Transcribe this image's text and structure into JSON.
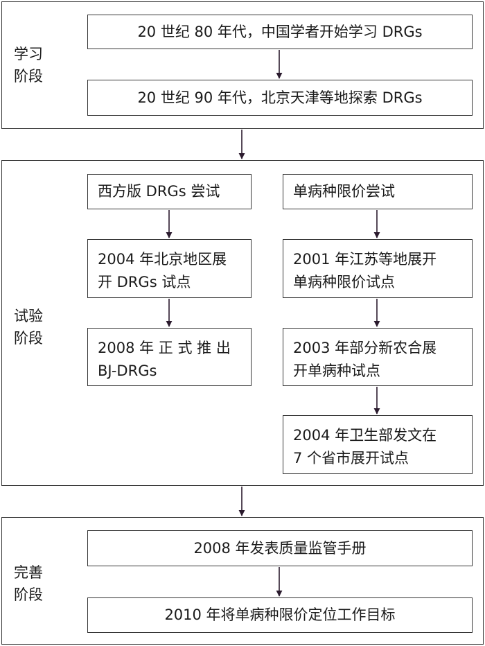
{
  "stages": [
    {
      "label_lines": [
        "学习",
        "阶段"
      ],
      "boxes": [
        "20 世纪 80 年代，中国学者开始学习 DRGs",
        "20 世纪 90 年代，北京天津等地探索 DRGs"
      ]
    },
    {
      "label_lines": [
        "试验",
        "阶段"
      ],
      "left_column": [
        [
          "西方版 DRGs  尝试"
        ],
        [
          "2004 年北京地区展",
          "开 DRGs  试点"
        ],
        [
          "2008 年 正 式 推 出",
          "BJ-DRGs"
        ]
      ],
      "right_column": [
        [
          "单病种限价尝试"
        ],
        [
          "2001 年江苏等地展开",
          "单病种限价试点"
        ],
        [
          "2003 年部分新农合展",
          "开单病种试点"
        ],
        [
          "2004 年卫生部发文在",
          "7 个省市展开试点"
        ]
      ]
    },
    {
      "label_lines": [
        "完善",
        "阶段"
      ],
      "boxes": [
        "2008 年发表质量监管手册",
        "2010 年将单病种限价定位工作目标"
      ]
    }
  ]
}
